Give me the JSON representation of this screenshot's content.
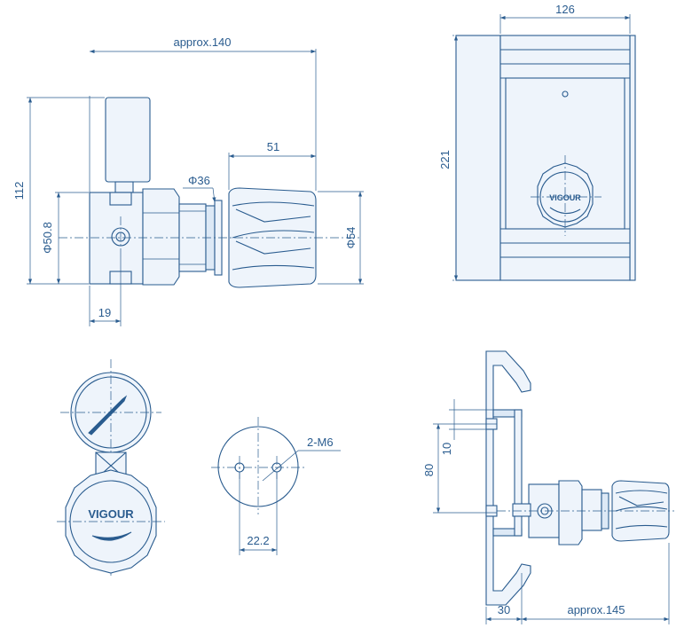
{
  "dimensions": {
    "approx_140": "approx.140",
    "d51": "51",
    "phi36": "Φ36",
    "d112": "112",
    "phi50_8": "Φ50.8",
    "phi54": "Φ54",
    "d19": "19",
    "d126": "126",
    "d221": "221",
    "m6": "2-M6",
    "d22_2": "22.2",
    "d10": "10",
    "d80": "80",
    "d30": "30",
    "approx_145": "approx.145"
  },
  "brand": {
    "logo_large": "VIGOUR",
    "logo_small": "VIGOUR"
  },
  "colors": {
    "line": "#2a5c8f",
    "fill": "#eef4fb"
  }
}
